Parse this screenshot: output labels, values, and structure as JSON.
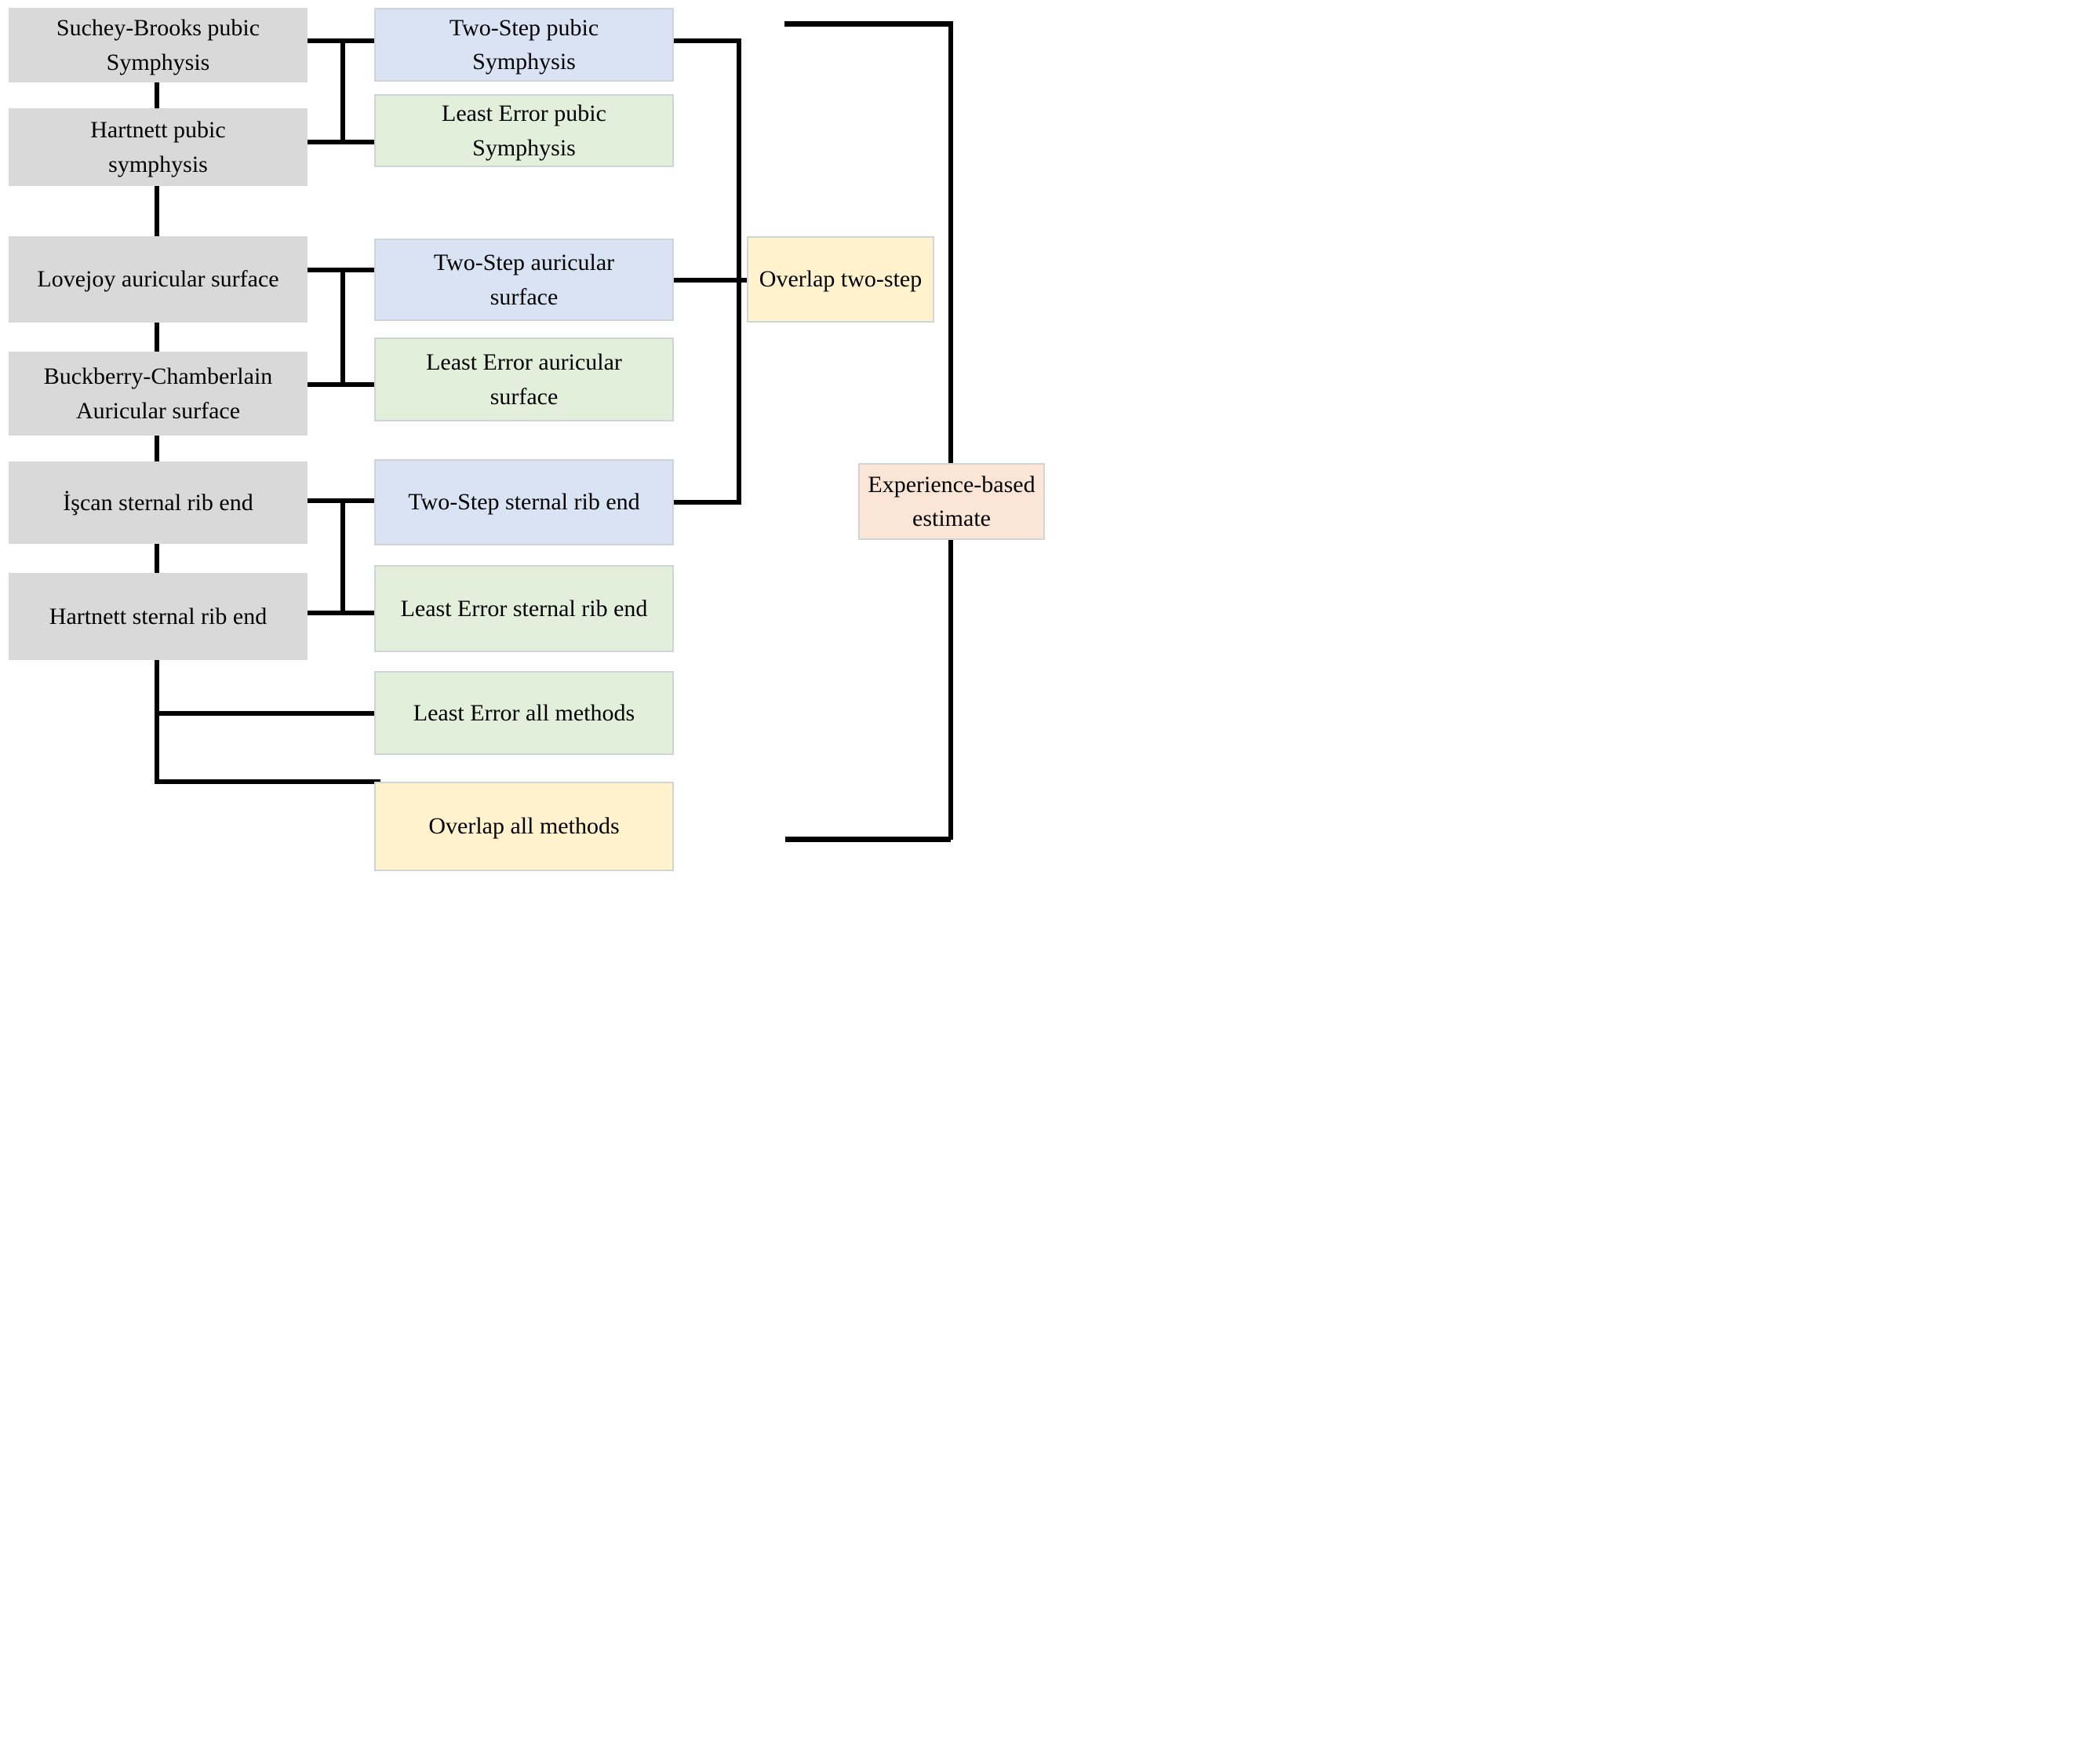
{
  "colors": {
    "method_box": "#d9d9d9",
    "two_step_box": "#dae3f3",
    "least_error_box": "#e2efda",
    "overlap_box": "#fff2cc",
    "experience_box": "#fbe5d6",
    "connector_line": "#000000",
    "text": "#000000"
  },
  "method_column": {
    "boxes": [
      {
        "label": "Suchey-Brooks pubic Symphysis"
      },
      {
        "label": "Hartnett pubic symphysis"
      },
      {
        "label": "Lovejoy auricular surface"
      },
      {
        "label": "Buckberry-Chamberlain Auricular surface"
      },
      {
        "label": "İşcan sternal rib end"
      },
      {
        "label": "Hartnett sternal rib end"
      }
    ]
  },
  "derived_column": {
    "boxes": [
      {
        "label": "Two-Step pubic Symphysis",
        "type": "two-step"
      },
      {
        "label": "Least Error pubic Symphysis",
        "type": "least-error"
      },
      {
        "label": "Two-Step auricular surface",
        "type": "two-step"
      },
      {
        "label": "Least Error auricular surface",
        "type": "least-error"
      },
      {
        "label": "Two-Step sternal rib end",
        "type": "two-step"
      },
      {
        "label": "Least Error sternal rib end",
        "type": "least-error"
      },
      {
        "label": "Least Error all methods",
        "type": "least-error"
      },
      {
        "label": "Overlap all methods",
        "type": "overlap"
      }
    ]
  },
  "summary_column": {
    "overlap_two_step": {
      "label": "Overlap two-step",
      "type": "overlap"
    },
    "experience_based": {
      "label": "Experience-based estimate",
      "type": "experience"
    }
  }
}
